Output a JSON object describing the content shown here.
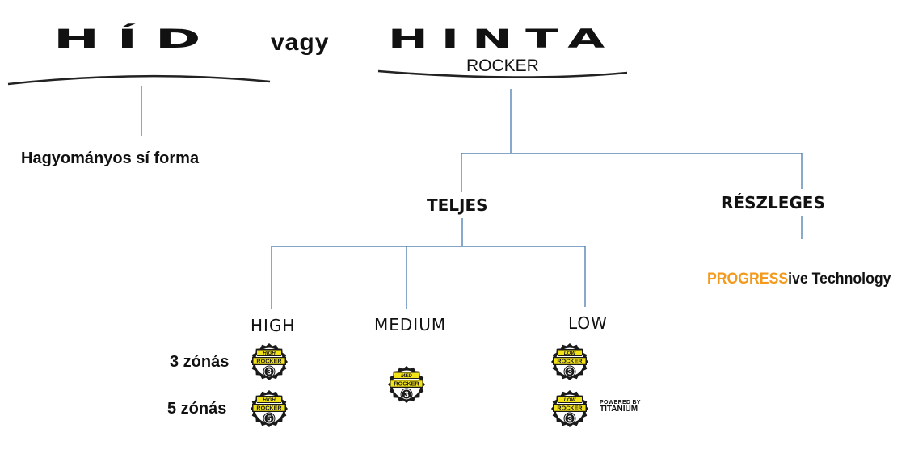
{
  "title": {
    "left": "HÍD",
    "connector": "vagy",
    "right": "HINTA",
    "right_subtitle": "ROCKER"
  },
  "diagram": {
    "left_branch": {
      "label": "Hagyományos sí forma"
    },
    "right_branch": {
      "full": {
        "label": "TELJES"
      },
      "partial": {
        "label": "RÉSZLEGES",
        "technology_highlight": "PROGRESS",
        "technology_rest": "ive Technology"
      }
    },
    "levels": {
      "high": "HIGH",
      "medium": "MEDIUM",
      "low": "LOW"
    },
    "zones": {
      "three": "3 zónás",
      "five": "5 zónás"
    }
  },
  "badges": {
    "high3": {
      "top": "HIGH",
      "mid": "ROCKER",
      "num": "3"
    },
    "high5": {
      "top": "HIGH",
      "mid": "ROCKER",
      "num": "5"
    },
    "med3": {
      "top": "MED",
      "mid": "ROCKER",
      "num": "3"
    },
    "low3": {
      "top": "LOW",
      "mid": "ROCKER",
      "num": "3"
    },
    "low3ti": {
      "top": "LOW",
      "mid": "ROCKER",
      "num": "3"
    }
  },
  "powered": {
    "line1": "POWERED BY",
    "line2": "TITANIUM"
  },
  "colors": {
    "connector": "#3a6fa8",
    "accent": "#f39a1e",
    "badge_yellow": "#f2e21a",
    "badge_dark": "#1a1a1a"
  }
}
